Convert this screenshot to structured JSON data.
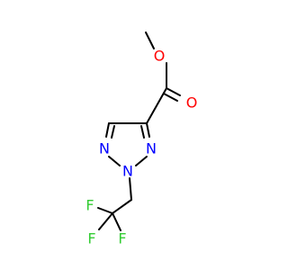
{
  "molecule": {
    "atoms": {
      "o_methoxy": {
        "symbol": "O",
        "color": "#ff0000"
      },
      "o_carbonyl": {
        "symbol": "O",
        "color": "#ff0000"
      },
      "n1": {
        "symbol": "N",
        "color": "#0000ff"
      },
      "n2": {
        "symbol": "N",
        "color": "#0000ff"
      },
      "n3": {
        "symbol": "N",
        "color": "#0000ff"
      },
      "f1": {
        "symbol": "F",
        "color": "#33cc33"
      },
      "f2": {
        "symbol": "F",
        "color": "#33cc33"
      },
      "f3": {
        "symbol": "F",
        "color": "#33cc33"
      }
    },
    "bond_color": "#000000"
  }
}
